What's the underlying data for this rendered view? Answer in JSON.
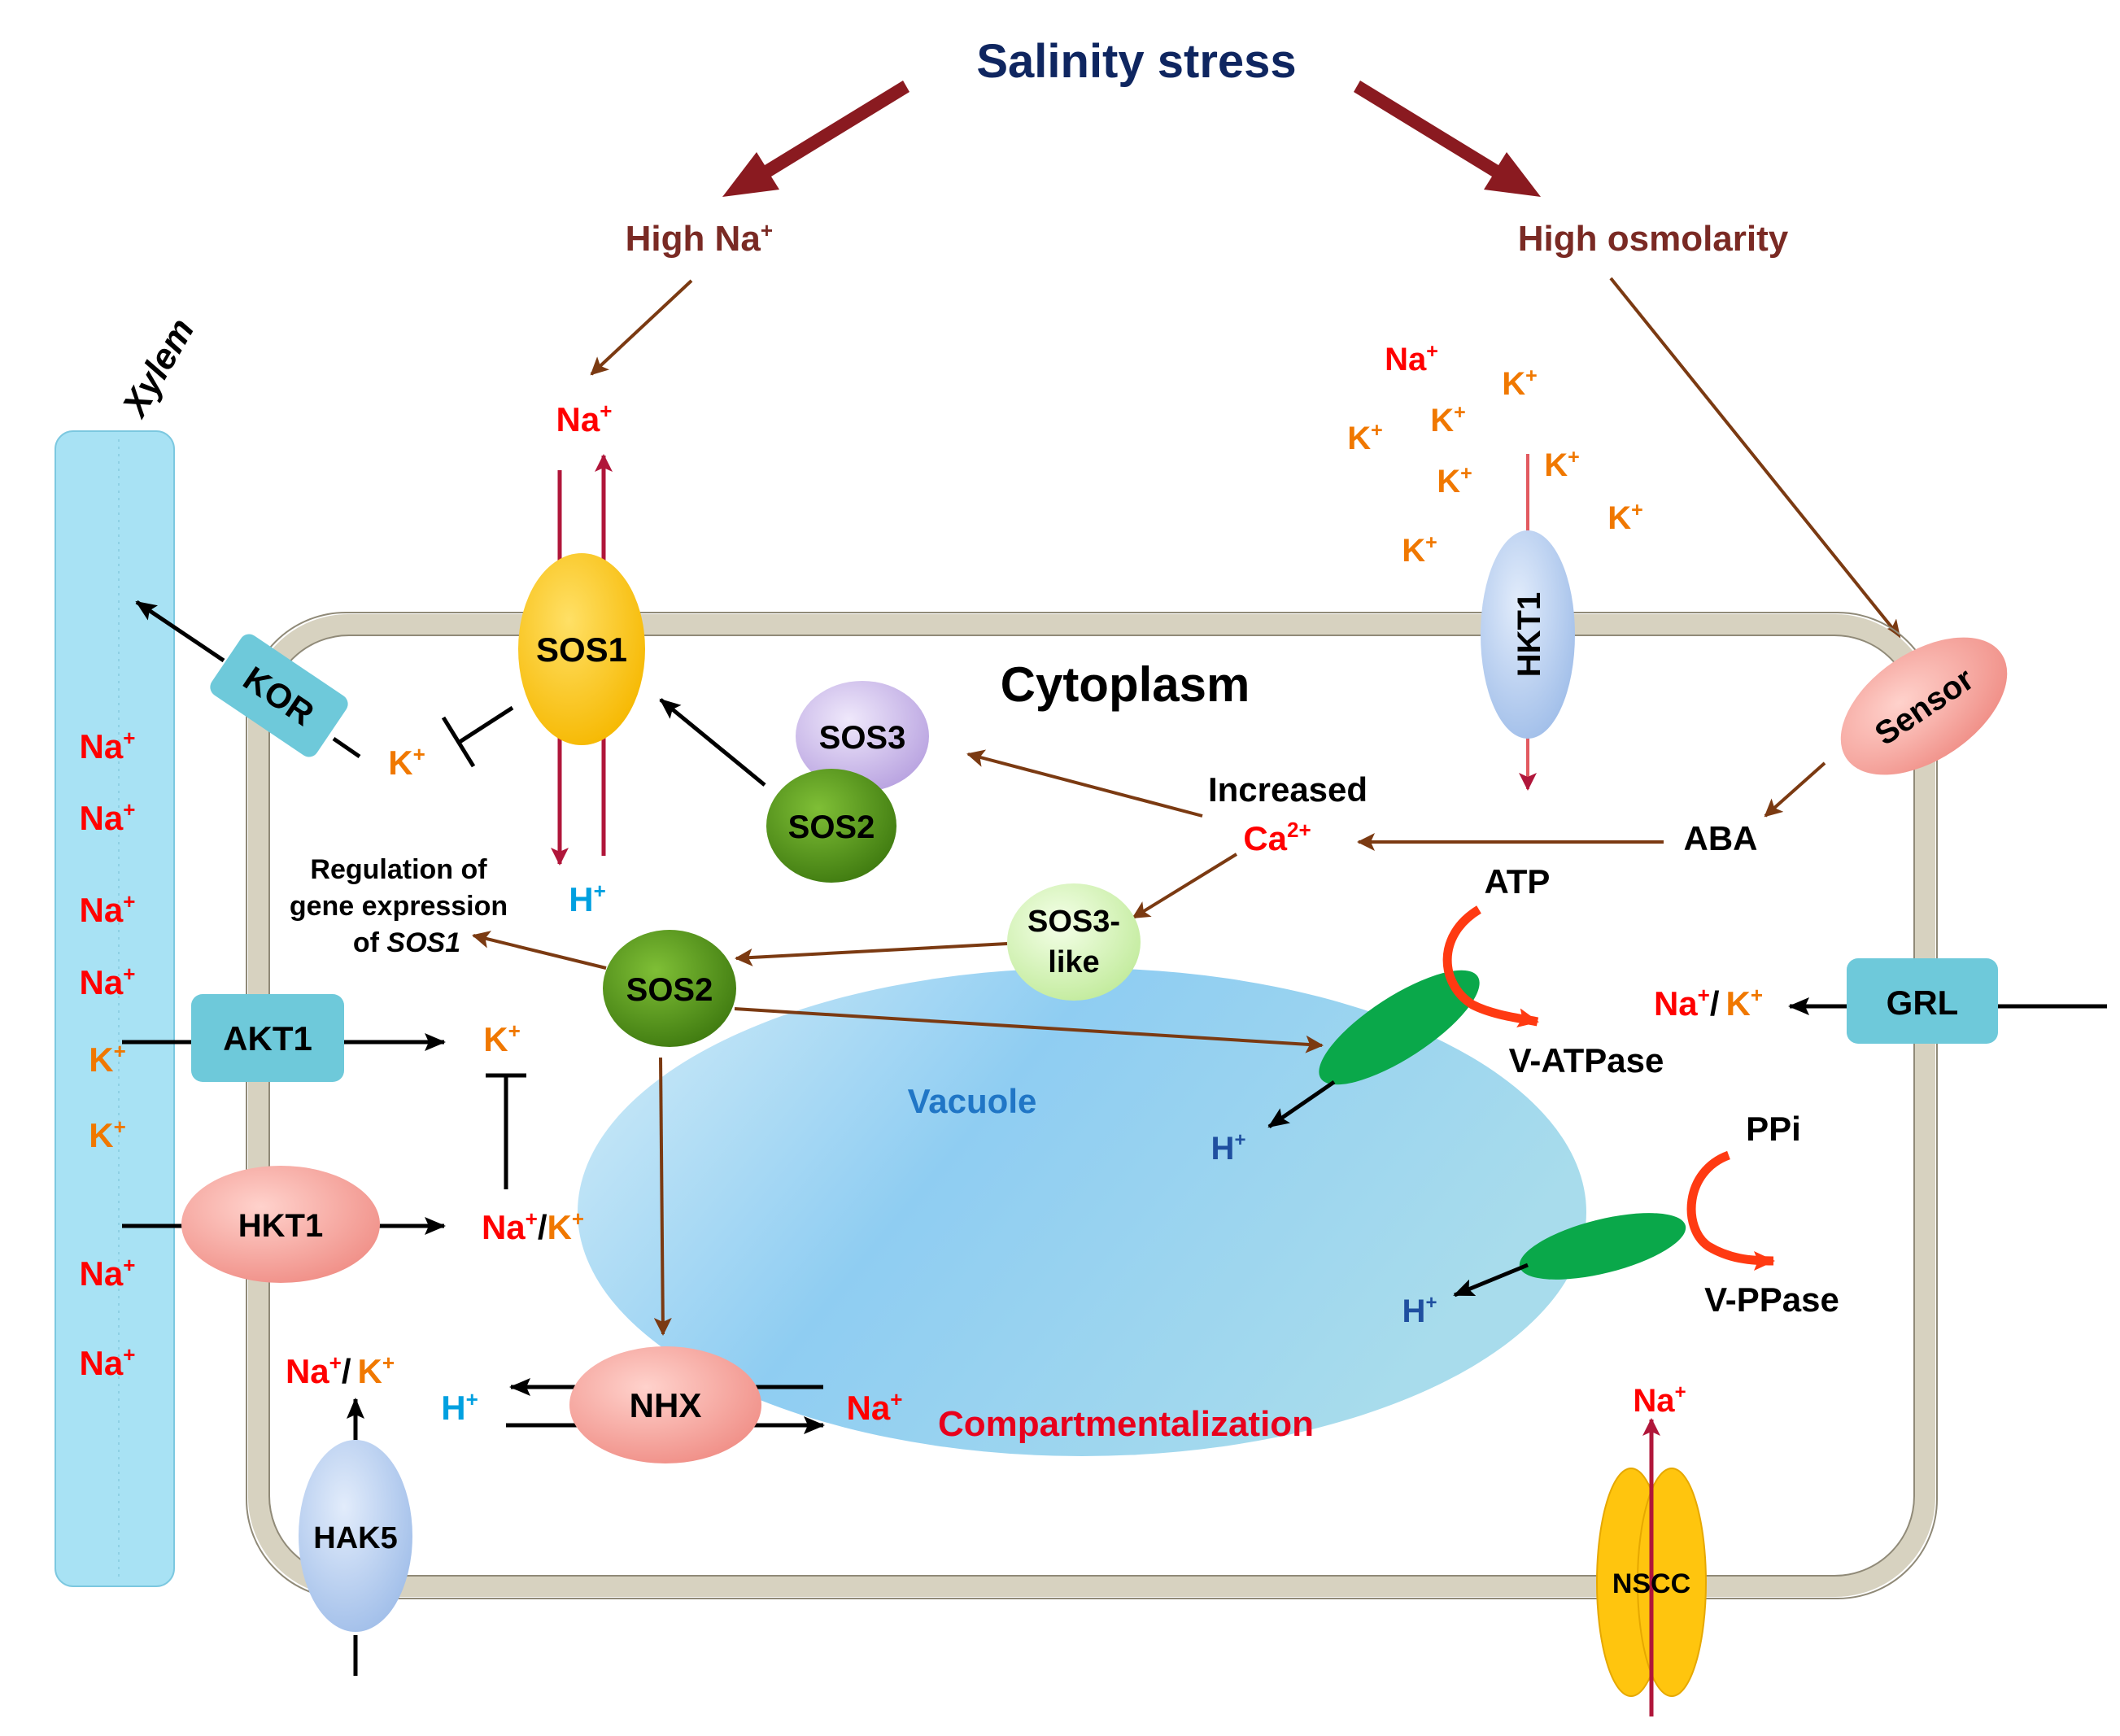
{
  "title": "Salinity stress",
  "branches": {
    "high_na": "High Na",
    "high_osm": "High osmolarity"
  },
  "xylem": {
    "label": "Xylem",
    "ions": [
      {
        "t": "Na",
        "c": "na"
      },
      {
        "t": "Na",
        "c": "na"
      },
      {
        "t": "Na",
        "c": "na"
      },
      {
        "t": "Na",
        "c": "na"
      },
      {
        "t": "K",
        "c": "k"
      },
      {
        "t": "K",
        "c": "k"
      },
      {
        "t": "Na",
        "c": "na"
      },
      {
        "t": "Na",
        "c": "na"
      }
    ]
  },
  "regions": {
    "cytoplasm": "Cytoplasm",
    "vacuole": "Vacuole",
    "compartment": "Compartmentalization"
  },
  "proteins": {
    "sos1": "SOS1",
    "sos3": "SOS3",
    "sos2": "SOS2",
    "sos3like_1": "SOS3-",
    "sos3like_2": "like",
    "kor": "KOR",
    "akt1": "AKT1",
    "hkt1": "HKT1",
    "hak5": "HAK5",
    "nhx": "NHX",
    "sensor": "Sensor",
    "grl": "GRL",
    "nscc": "NSCC"
  },
  "signals": {
    "increased": "Increased",
    "ca": "Ca",
    "ca_sup": "2+",
    "aba": "ABA"
  },
  "regulation": {
    "line1": "Regulation of",
    "line2": "gene expression",
    "line3a": "of ",
    "line3b": "SOS1"
  },
  "pumps": {
    "atp": "ATP",
    "vatpase": "V-ATPase",
    "ppi": "PPi",
    "vppase": "V-PPase"
  },
  "ions": {
    "na": "Na",
    "k": "K",
    "h": "H",
    "plus": "+",
    "slash": "/"
  },
  "colors": {
    "na": "#ff0000",
    "k": "#f07800",
    "h_light": "#00a0e0",
    "h_dark": "#1f4fa0",
    "title": "#0f2660",
    "maroon": "#7a2a24",
    "brown": "#7b3a12",
    "membrane": "#d7d2c0",
    "xylem": "#a8e2f4",
    "protein_teal": "#6ec9da",
    "sos1": "#ffc50e",
    "sos2": "#5e9b1a",
    "sos3": "#c7b5e8",
    "sos3like": "#d8f4b9",
    "pink": "#f5a29c",
    "lightblue": "#b4ccf0",
    "green": "#0aa84a",
    "red_curve": "#ff3a12",
    "compartment": "#e8001c",
    "vacuole_text": "#2076c6"
  }
}
